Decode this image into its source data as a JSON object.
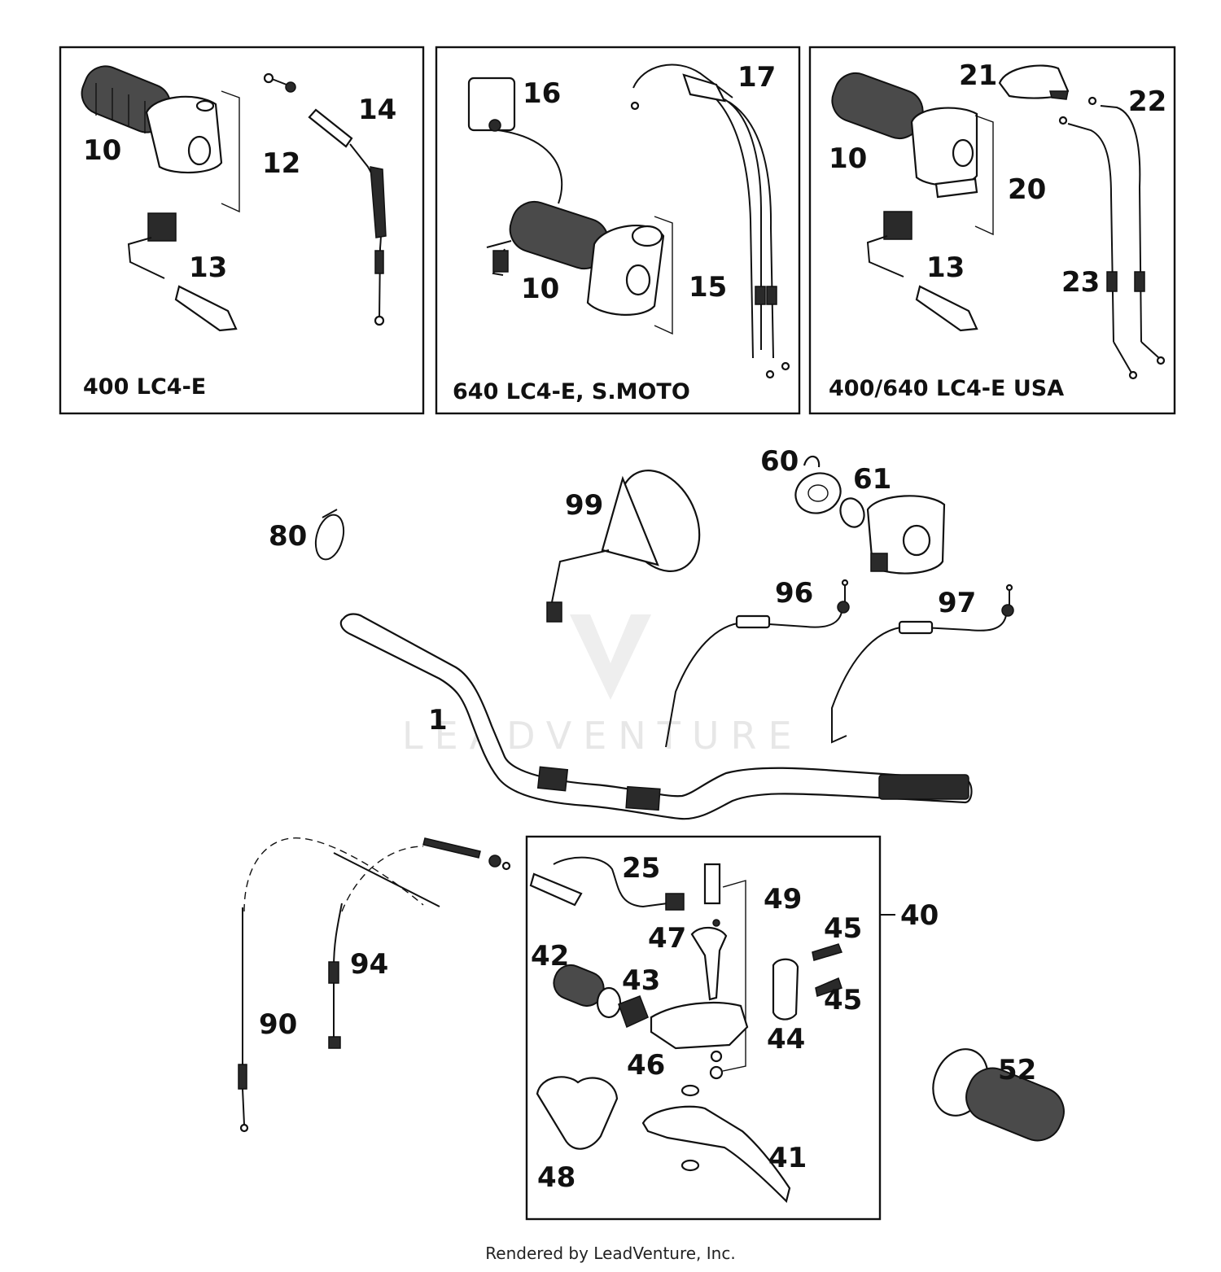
{
  "variants": {
    "v400": "400 LC4-E",
    "v640": "640 LC4-E, S.MOTO",
    "vusa": "400/640 LC4-E USA"
  },
  "callouts": {
    "c1": "1",
    "c10a": "10",
    "c12": "12",
    "c13a": "13",
    "c14": "14",
    "c16": "16",
    "c17": "17",
    "c10b": "10",
    "c15": "15",
    "c21": "21",
    "c22": "22",
    "c10c": "10",
    "c20": "20",
    "c13b": "13",
    "c23": "23",
    "c60": "60",
    "c61": "61",
    "c99": "99",
    "c80": "80",
    "c96": "96",
    "c97": "97",
    "c90": "90",
    "c94": "94",
    "c25": "25",
    "c49": "49",
    "c40": "40",
    "c47": "47",
    "c45a": "45",
    "c45b": "45",
    "c42": "42",
    "c43": "43",
    "c44": "44",
    "c46": "46",
    "c48": "48",
    "c41": "41",
    "c52": "52"
  },
  "watermark": "LEADVENTURE",
  "footer": "Rendered by LeadVenture, Inc."
}
